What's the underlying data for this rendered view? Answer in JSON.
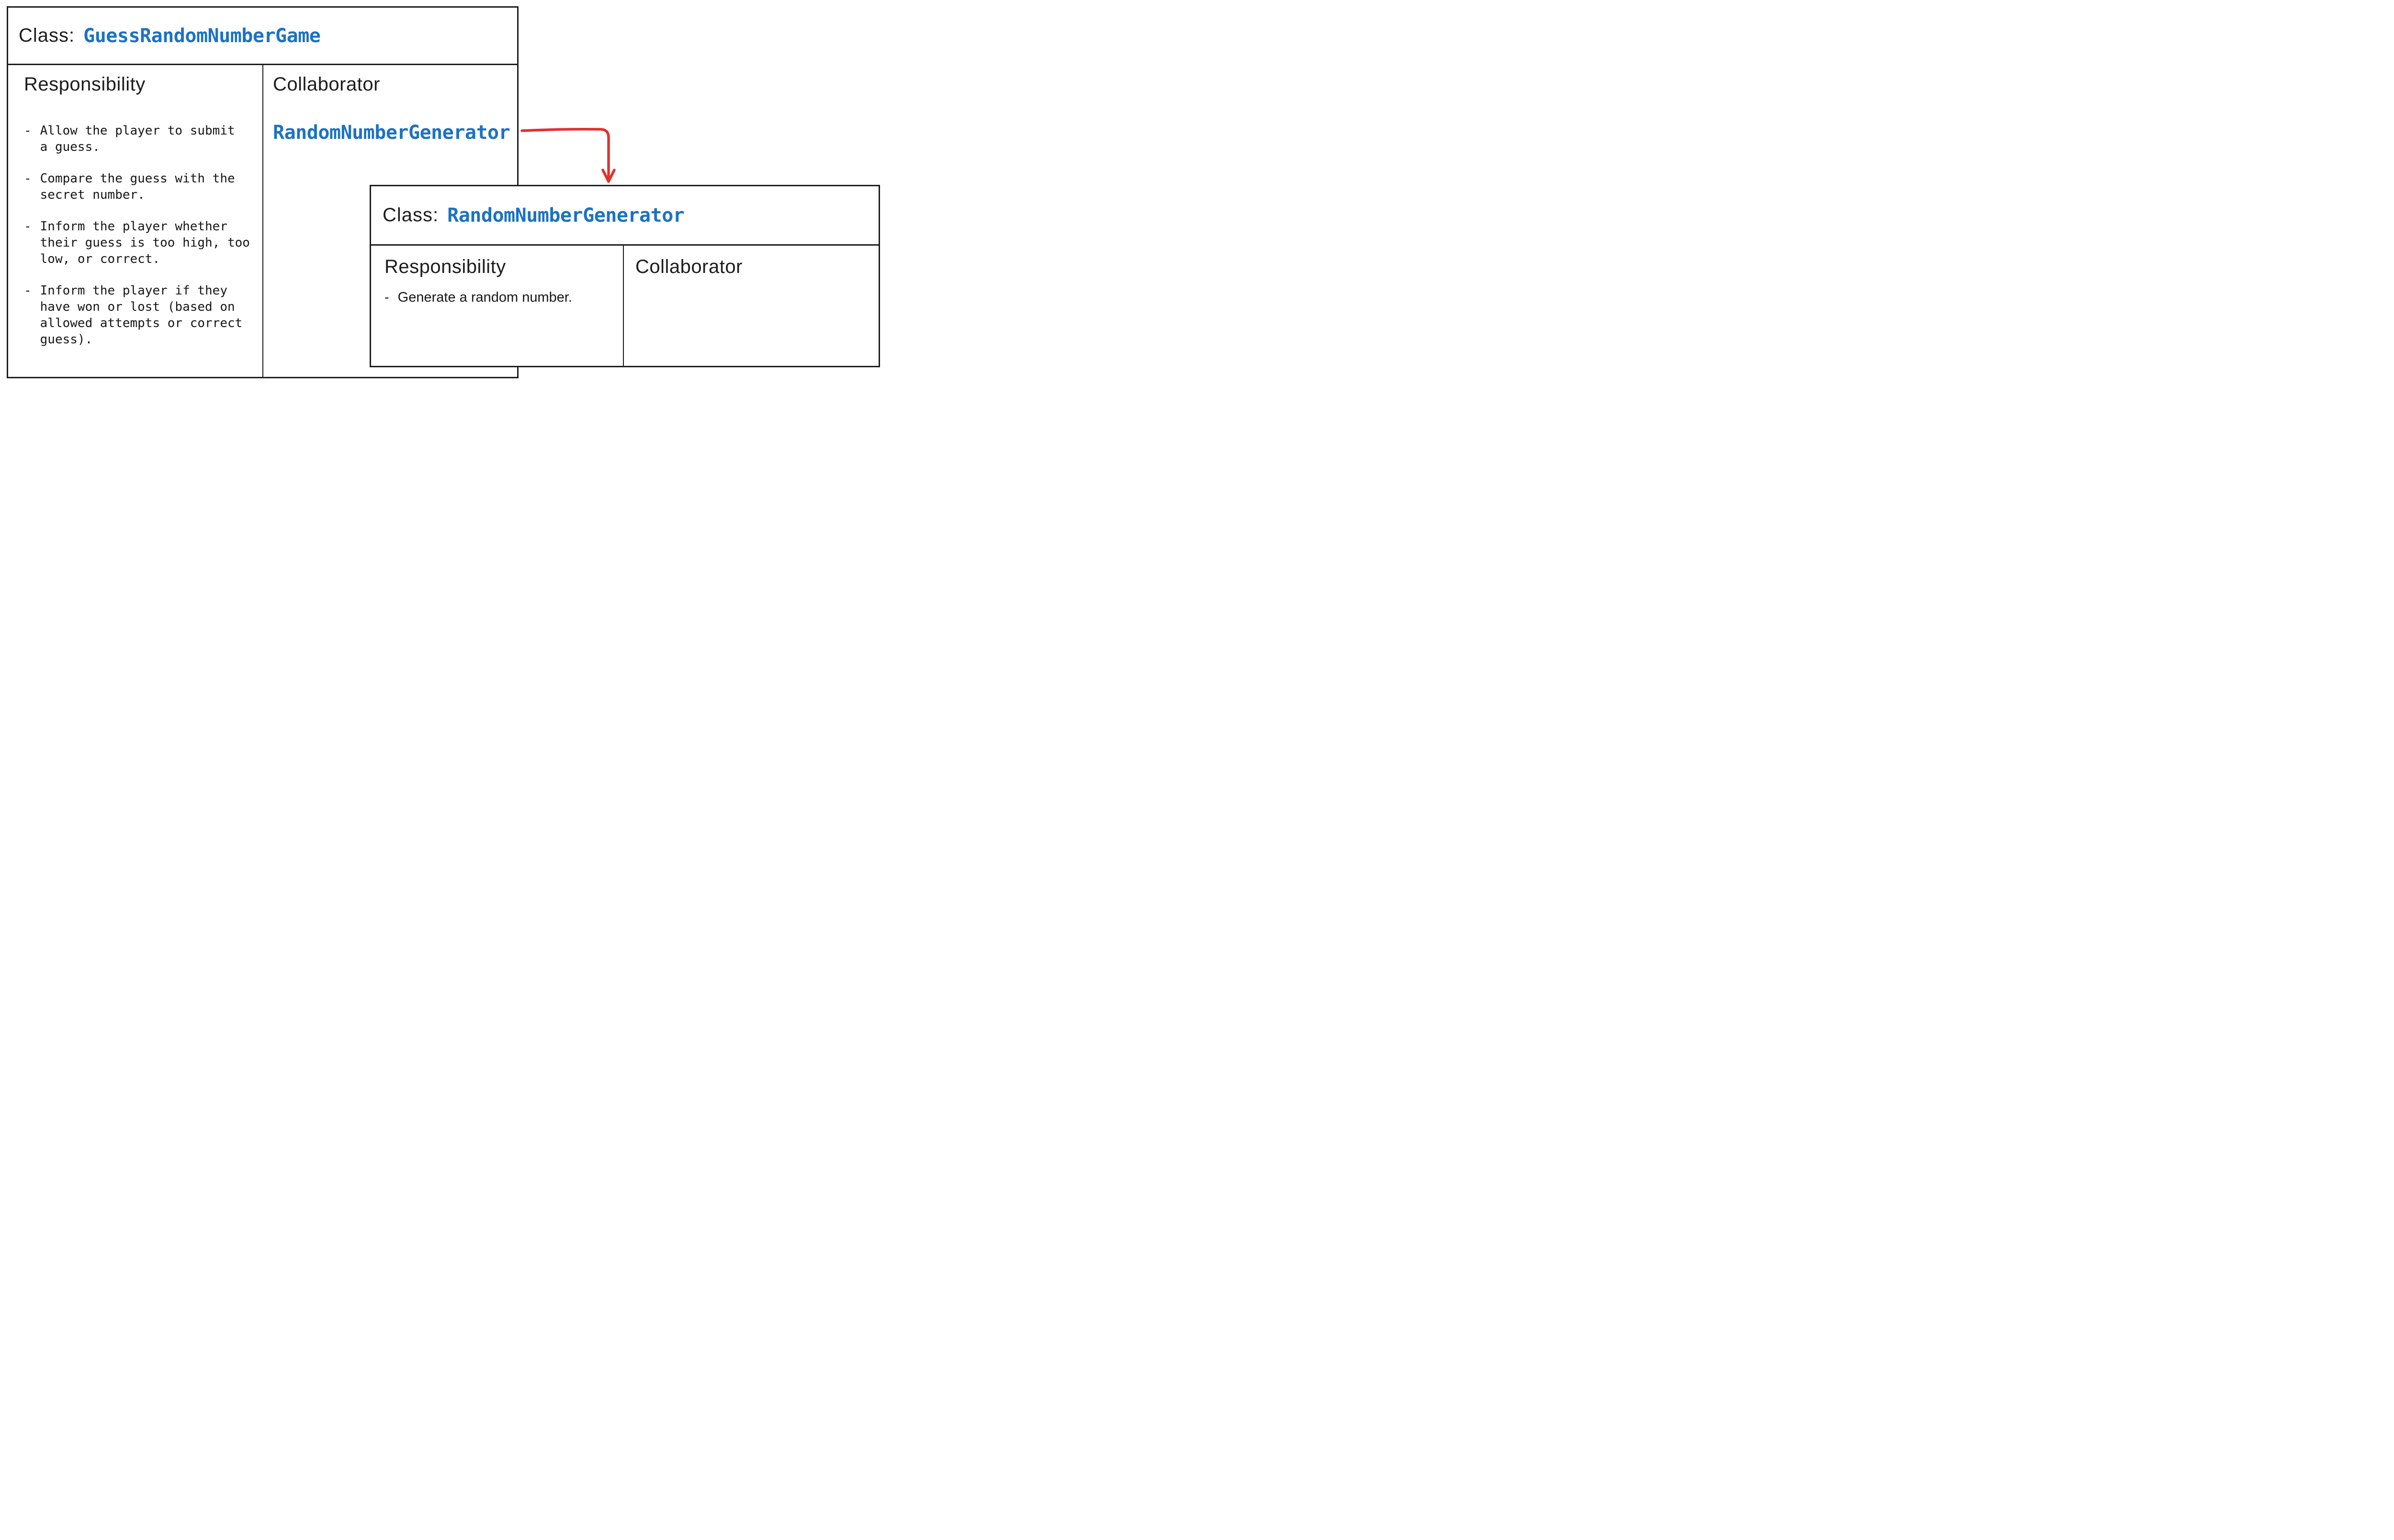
{
  "ui": {
    "bullet_marker": "-"
  },
  "colors": {
    "background": "#ffffff",
    "border": "#1e1e1e",
    "text": "#1d1d1d",
    "class_name_blue": "#1d72c2",
    "arrow_red": "#e03131"
  },
  "cards": [
    {
      "class_label": "Class:",
      "class_name": "GuessRandomNumberGame",
      "responsibility_header": "Responsibility",
      "collaborator_header": "Collaborator",
      "responsibilities": [
        "Allow the player to submit\na guess.",
        "Compare the guess with the\nsecret number.",
        "Inform the player whether\ntheir guess is too high, too\nlow, or correct.",
        "Inform the player if they\nhave won or lost (based on\nallowed attempts or correct\nguess)."
      ],
      "collaborators": [
        "RandomNumberGenerator"
      ]
    },
    {
      "class_label": "Class:",
      "class_name": "RandomNumberGenerator",
      "responsibility_header": "Responsibility",
      "collaborator_header": "Collaborator",
      "responsibilities": [
        "Generate a random number."
      ],
      "collaborators": []
    }
  ]
}
